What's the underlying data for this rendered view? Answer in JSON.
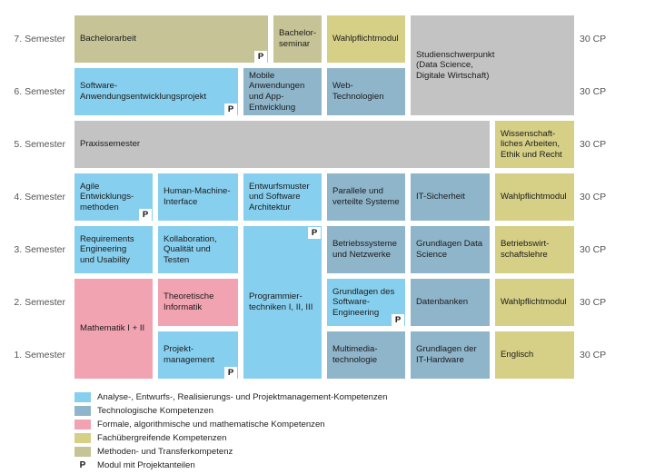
{
  "semesters": [
    {
      "label": "7. Semester",
      "cp": "30 CP"
    },
    {
      "label": "6. Semester",
      "cp": "30 CP"
    },
    {
      "label": "5. Semester",
      "cp": "30 CP"
    },
    {
      "label": "4. Semester",
      "cp": "30 CP"
    },
    {
      "label": "3. Semester",
      "cp": "30 CP"
    },
    {
      "label": "2. Semester",
      "cp": "30 CP"
    },
    {
      "label": "1. Semester",
      "cp": "30 CP"
    }
  ],
  "modules": {
    "bachelorarbeit": "Bachelorarbeit",
    "bachelorseminar": "Bachelor-\nseminar",
    "wahlpflicht7": "Wahlpflichtmodul",
    "studienschwerpunkt": "Studienschwerpunkt\n(Data Science,\nDigitale Wirtschaft)",
    "software_anw": "Software-\nAnwendungsentwicklungsprojekt",
    "mobile": "Mobile\nAnwendungen\nund App-\nEntwicklung",
    "webtech": "Web-\nTechnologien",
    "praxissemester": "Praxissemester",
    "wissenschaft": "Wissenschaft-\nliches Arbeiten,\nEthik und Recht",
    "agile": "Agile\nEntwicklungs-\nmethoden",
    "hmi": "Human-Machine-\nInterface",
    "entwurfsmuster": "Entwurfsmuster\nund Software\nArchitektur",
    "parallele": "Parallele und\nverteilte Systeme",
    "itsicherheit": "IT-Sicherheit",
    "wahlpflicht4": "Wahlpflichtmodul",
    "requirements": "Requirements\nEngineering\nund Usability",
    "kollaboration": "Kollaboration,\nQualität und\nTesten",
    "programmier": "Programmier-\ntechniken I, II, III",
    "betriebssysteme": "Betriebssysteme\nund Netzwerke",
    "grundlagen_ds": "Grundlagen Data\nScience",
    "bwl": "Betriebswirt-\nschaftslehre",
    "mathematik": "Mathematik  I + II",
    "theoretische": "Theoretische\nInformatik",
    "grundlagen_se": "Grundlagen des\nSoftware-\nEngineering",
    "datenbanken": "Datenbanken",
    "wahlpflicht2": "Wahlpflichtmodul",
    "projektmanagement": "Projekt-\nmanagement",
    "multimedia": "Multimedia-\ntechnologie",
    "it_hardware": "Grundlagen der\nIT-Hardware",
    "englisch": "Englisch"
  },
  "project_badge": "P",
  "legend": [
    {
      "color": "#87cfee",
      "text": "Analyse-, Entwurfs-, Realisierungs- und  Projektmanagement-Kompetenzen"
    },
    {
      "color": "#8fb5ca",
      "text": "Technologische Kompetenzen"
    },
    {
      "color": "#f2a3b2",
      "text": "Formale, algorithmische und mathematische Kompetenzen"
    },
    {
      "color": "#d6cf86",
      "text": "Fachübergreifende Kompetenzen"
    },
    {
      "color": "#c6c496",
      "text": "Methoden- und Transferkompetenz"
    }
  ],
  "legend_project": {
    "symbol": "P",
    "text": "Modul mit Projektanteilen"
  },
  "colors": {
    "analyse": "#87cfee",
    "technologie": "#8fb5ca",
    "formal": "#f2a3b2",
    "fachuebergreifend": "#d6cf86",
    "methoden": "#c6c496",
    "praxis": "#c3c3c3"
  }
}
